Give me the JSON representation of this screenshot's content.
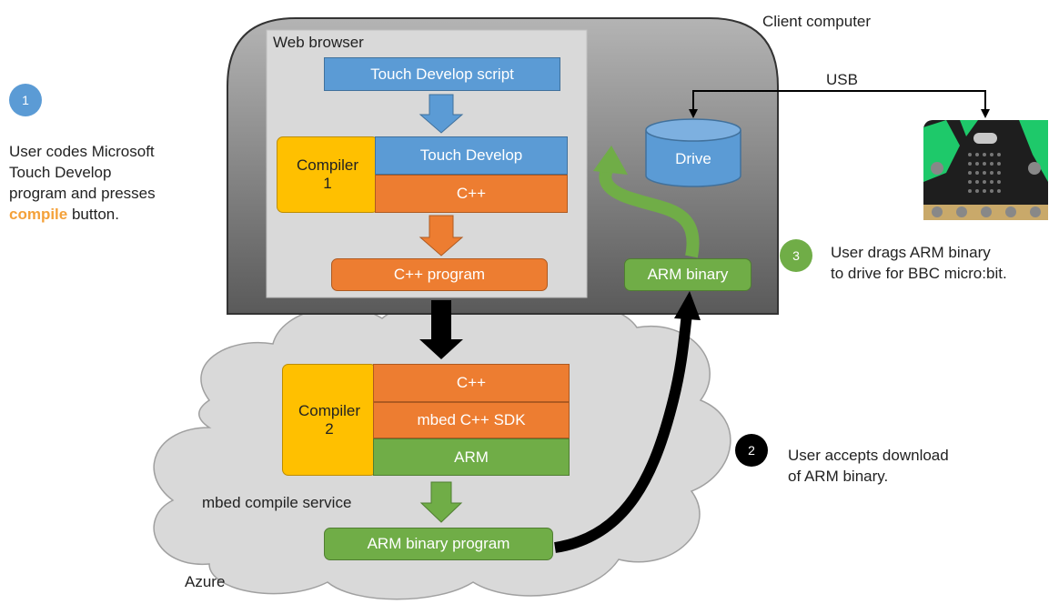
{
  "client_computer_label": "Client computer",
  "web_browser_label": "Web browser",
  "touch_develop_script": "Touch Develop script",
  "compiler1": {
    "name_line1": "Compiler",
    "name_line2": "1",
    "row1": "Touch Develop",
    "row2": "C++"
  },
  "cpp_program": "C++ program",
  "drive": "Drive",
  "arm_binary": "ARM binary",
  "usb_label": "USB",
  "compiler2": {
    "name_line1": "Compiler",
    "name_line2": "2",
    "row1": "C++",
    "row2": "mbed C++ SDK",
    "row3": "ARM"
  },
  "mbed_service_label": "mbed compile service",
  "arm_binary_program": "ARM binary program",
  "azure_label": "Azure",
  "steps": [
    {
      "number": "1",
      "line1": "User codes Microsoft",
      "line2": "Touch Develop",
      "line3": "program and presses",
      "highlight": "compile",
      "tail": " button."
    },
    {
      "number": "2",
      "line1": "User accepts download",
      "line2": "of ARM binary."
    },
    {
      "number": "3",
      "line1": "User drags ARM binary",
      "line2": "to drive for BBC micro:bit."
    }
  ],
  "colors": {
    "blue": "#5b9bd5",
    "orange": "#ed7d31",
    "green": "#70ad47",
    "yellow": "#ffc000",
    "highlight": "#f4a13a"
  }
}
